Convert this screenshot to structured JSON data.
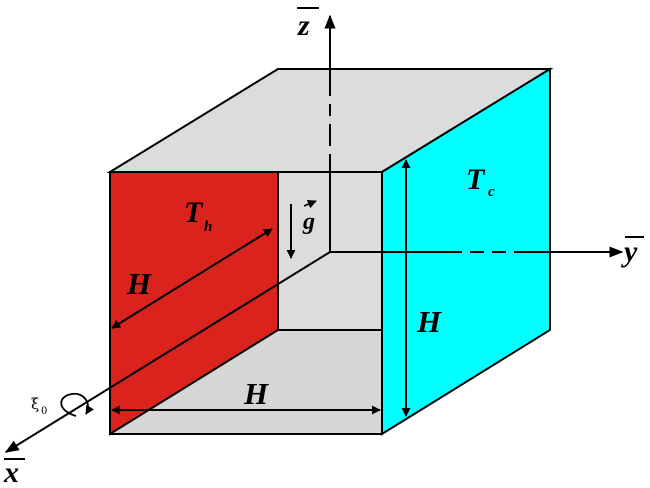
{
  "labels": {
    "z_axis": "z",
    "y_axis": "y",
    "x_axis": "x",
    "gravity": "g",
    "hot_wall_T": "T",
    "hot_wall_sub": "h",
    "cold_wall_T": "T",
    "cold_wall_sub": "c",
    "length_diagonal": "H",
    "length_bottom": "H",
    "length_vertical": "H",
    "rotation_symbol": "ξ",
    "rotation_sub": "0"
  },
  "colors": {
    "hot_wall": "#d9231c",
    "cold_wall": "#00ffff",
    "cube_face": "#dcdcdc",
    "line": "#000000"
  }
}
